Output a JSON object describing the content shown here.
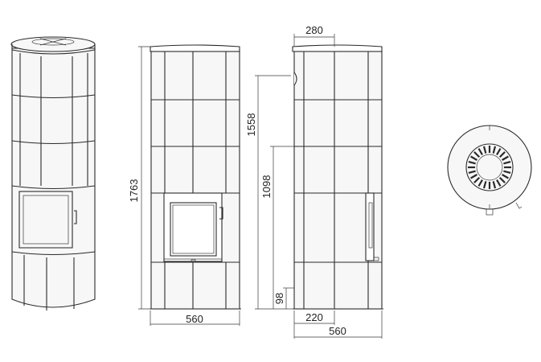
{
  "dimensions": {
    "top_width": "280",
    "height_total": "1763",
    "height_mid": "1558",
    "height_door": "1098",
    "base_height": "98",
    "width_front": "560",
    "depth_offset": "220",
    "width_side": "560"
  },
  "colors": {
    "line": "#2a2a2a",
    "tile_fill": "#f7f7f7",
    "background": "#ffffff"
  }
}
